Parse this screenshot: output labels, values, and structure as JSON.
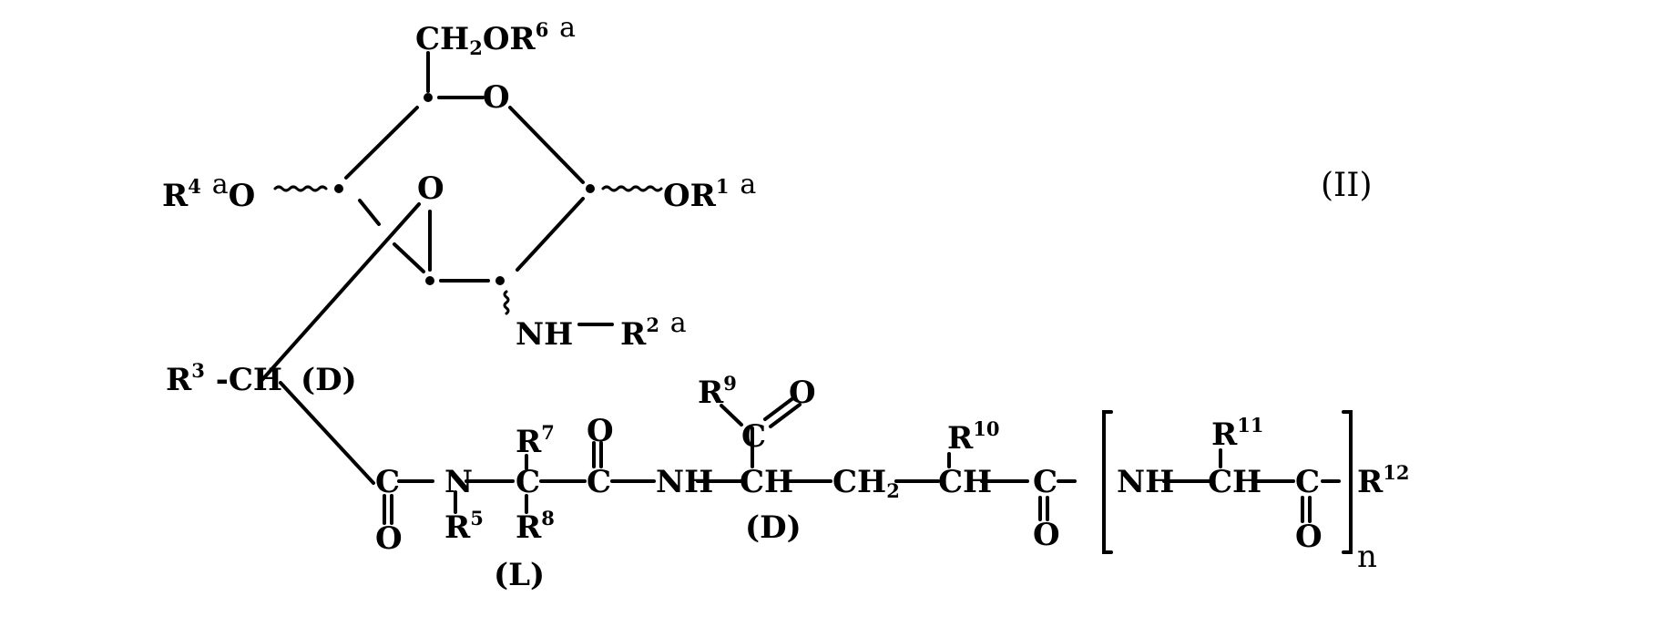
{
  "formula": {
    "number": "(II)",
    "sugar_ring": {
      "c6_substituent": {
        "main": "CH",
        "sub": "2",
        "tail": "OR",
        "sup": "6",
        "suffix": "a"
      },
      "c4_substituent": {
        "main": "R",
        "sup": "4",
        "suffix": "a",
        "tail": "O"
      },
      "c1_substituent": {
        "main": "OR",
        "sup": "1",
        "suffix": "a"
      },
      "ring_oxygen": "O",
      "c3_oxygen": "O",
      "c2_substituent": {
        "main": "NH",
        "bond": "—",
        "r": "R",
        "sup": "2",
        "suffix": "a"
      }
    },
    "lactyl": {
      "r": "R",
      "sup": "3",
      "dash": "-",
      "ch": "CH",
      "config": "(D)"
    },
    "peptide_chain": {
      "carbonyl_1": {
        "c": "C",
        "o": "O"
      },
      "n": "N",
      "r5": {
        "r": "R",
        "sup": "5"
      },
      "alpha_c": "C",
      "r7": {
        "r": "R",
        "sup": "7"
      },
      "r8": {
        "r": "R",
        "sup": "8"
      },
      "config_L": "(L)",
      "carbonyl_2": {
        "c": "C",
        "o": "O"
      },
      "nh_1": "NH",
      "ch_d": "CH",
      "config_D": "(D)",
      "r9_group": {
        "r": "R",
        "sup": "9",
        "c": "C",
        "o": "O"
      },
      "ch2": {
        "main": "CH",
        "sub": "2"
      },
      "ch_r10": "CH",
      "r10": {
        "r": "R",
        "sup": "10"
      },
      "carbonyl_3": {
        "c": "C",
        "o": "O"
      },
      "repeat_unit": {
        "nh": "NH",
        "ch": "CH",
        "r11": {
          "r": "R",
          "sup": "11"
        },
        "c": "C",
        "o": "O",
        "subscript": "n"
      },
      "r12": {
        "r": "R",
        "sup": "12"
      }
    }
  }
}
